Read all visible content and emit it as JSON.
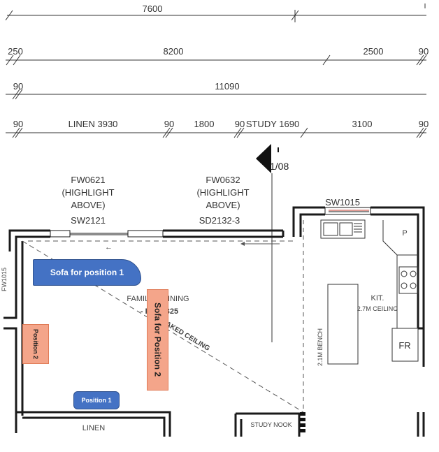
{
  "dimensions": {
    "row1": {
      "total": "7600"
    },
    "row2": {
      "left": "250",
      "middle": "8200",
      "right": "2500",
      "edge": "90"
    },
    "row3": {
      "left": "90",
      "total": "11090"
    },
    "row4": {
      "a": "90",
      "linen": "LINEN 3930",
      "b": "90",
      "c": "1800",
      "d": "90",
      "study": "STUDY 1690",
      "e": "3100",
      "edge": "90"
    }
  },
  "windows": {
    "fw0621": {
      "line1": "FW0621",
      "line2": "(HIGHLIGHT",
      "line3": "ABOVE)"
    },
    "sw2121": "SW2121",
    "fw0632": {
      "line1": "FW0632",
      "line2": "(HIGHLIGHT",
      "line3": "ABOVE)"
    },
    "sd2132": "SD2132-3",
    "sw1015": "SW1015",
    "left_window": "FW1015"
  },
  "section_marker": "1/08",
  "rooms": {
    "family_dining": "FAMILY + DINING",
    "family_level": "- FFL 3325",
    "raked_ceiling": "RAKED CEILING",
    "kitchen": "KIT.",
    "kitchen_ceiling": "2.7M CEILING",
    "bench": "2.1M BENCH",
    "pantry": "P",
    "fridge": "FR",
    "linen": "LINEN",
    "study_nook": "STUDY NOOK"
  },
  "overlays": {
    "sofa_position_1": "Sofa for position 1",
    "position_1": "Position 1",
    "position_2": "Position 2",
    "sofa_position_2": "Sofa for Position 2"
  },
  "colors": {
    "blue_overlay": "#4472c4",
    "orange_overlay": "#f4a58a",
    "wall": "#1a1a1a"
  }
}
